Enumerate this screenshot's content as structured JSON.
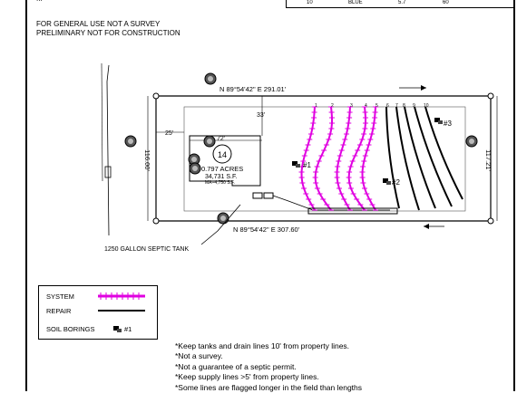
{
  "header": {
    "top_cut_text": "...",
    "line1": "FOR GENERAL USE NOT A SURVEY",
    "line2": "PRELIMINARY NOT FOR CONSTRUCTION"
  },
  "top_table": {
    "cells": [
      "10",
      "BLUE",
      "5.7",
      "60"
    ]
  },
  "plan": {
    "bearing_top": "N  89°54'42\"  E     291.01'",
    "bearing_bottom": "N  89°54'42\"  E     307.60'",
    "left_dim": "116.00'",
    "right_dim": "117.21'",
    "setback_25": "25'",
    "setback_33": "33'",
    "house_width": "72'",
    "lot_number": "14",
    "acres": "0.797  ACRES",
    "sqft": "34,731  S.F.",
    "ma": "MA=4,750 S.F.",
    "septic_label": "1250 GALLON SEPTIC TANK",
    "boring_labels": [
      "#1",
      "#2",
      "#3"
    ],
    "line_numbers": [
      "1",
      "2",
      "3",
      "4",
      "5",
      "6",
      "7",
      "8",
      "9",
      "10"
    ]
  },
  "legend": {
    "system_label": "SYSTEM",
    "repair_label": "REPAIR",
    "borings_label": "SOIL BORINGS",
    "boring_sample": "#1",
    "system_color": "#e000e0",
    "repair_color": "#000000"
  },
  "notes": [
    "*Keep tanks and drain lines 10' from property lines.",
    "*Not a survey.",
    "*Not a guarantee of a septic permit.",
    "*Keep supply lines >5' from property lines.",
    "*Some lines are flagged longer in the field than lengths"
  ]
}
